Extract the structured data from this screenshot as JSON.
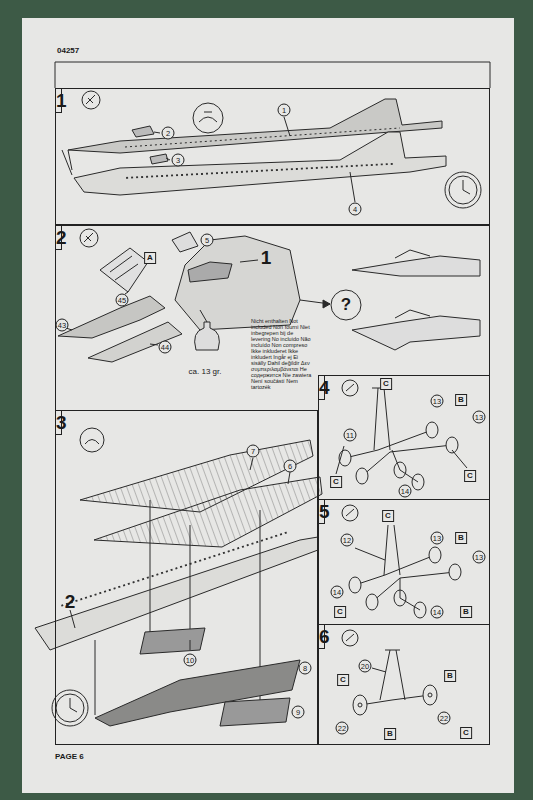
{
  "diagram": {
    "nodes": [
      {
        "text": [
          "1"
        ]
      },
      {
        "text": [
          "2"
        ]
      },
      {
        "text": [
          "3"
        ]
      },
      {
        "text": [
          "4"
        ]
      },
      {
        "text": [
          "5"
        ]
      },
      {
        "text": [
          "6"
        ]
      }
    ],
    "labels": [
      "04257",
      "1",
      "2",
      "3",
      "4",
      "5",
      "A",
      "45",
      "1",
      "43",
      "44",
      "ca. 13 gr.",
      "Nicht enthalten Not included Non fourni Niet inbegrepen bij de levering No incluido Não incluído Non compreso Ikke inkluderet Ikke inkludert Ingår ej Ei sisälly Dahil değildir Δεν συμπεριλαμβάνεται Не содержится Nie zawiera Není součástí Nem tartozék",
      "?",
      "7",
      "6",
      "2",
      "10",
      "8",
      "9",
      "11",
      "C",
      "13",
      "B",
      "13",
      "C",
      "14",
      "C",
      "C",
      "12",
      "13",
      "B",
      "13",
      "14",
      "14",
      "C",
      "B",
      "20",
      "C",
      "B",
      "22",
      "22",
      "B",
      "C",
      "PAGE 6"
    ]
  }
}
